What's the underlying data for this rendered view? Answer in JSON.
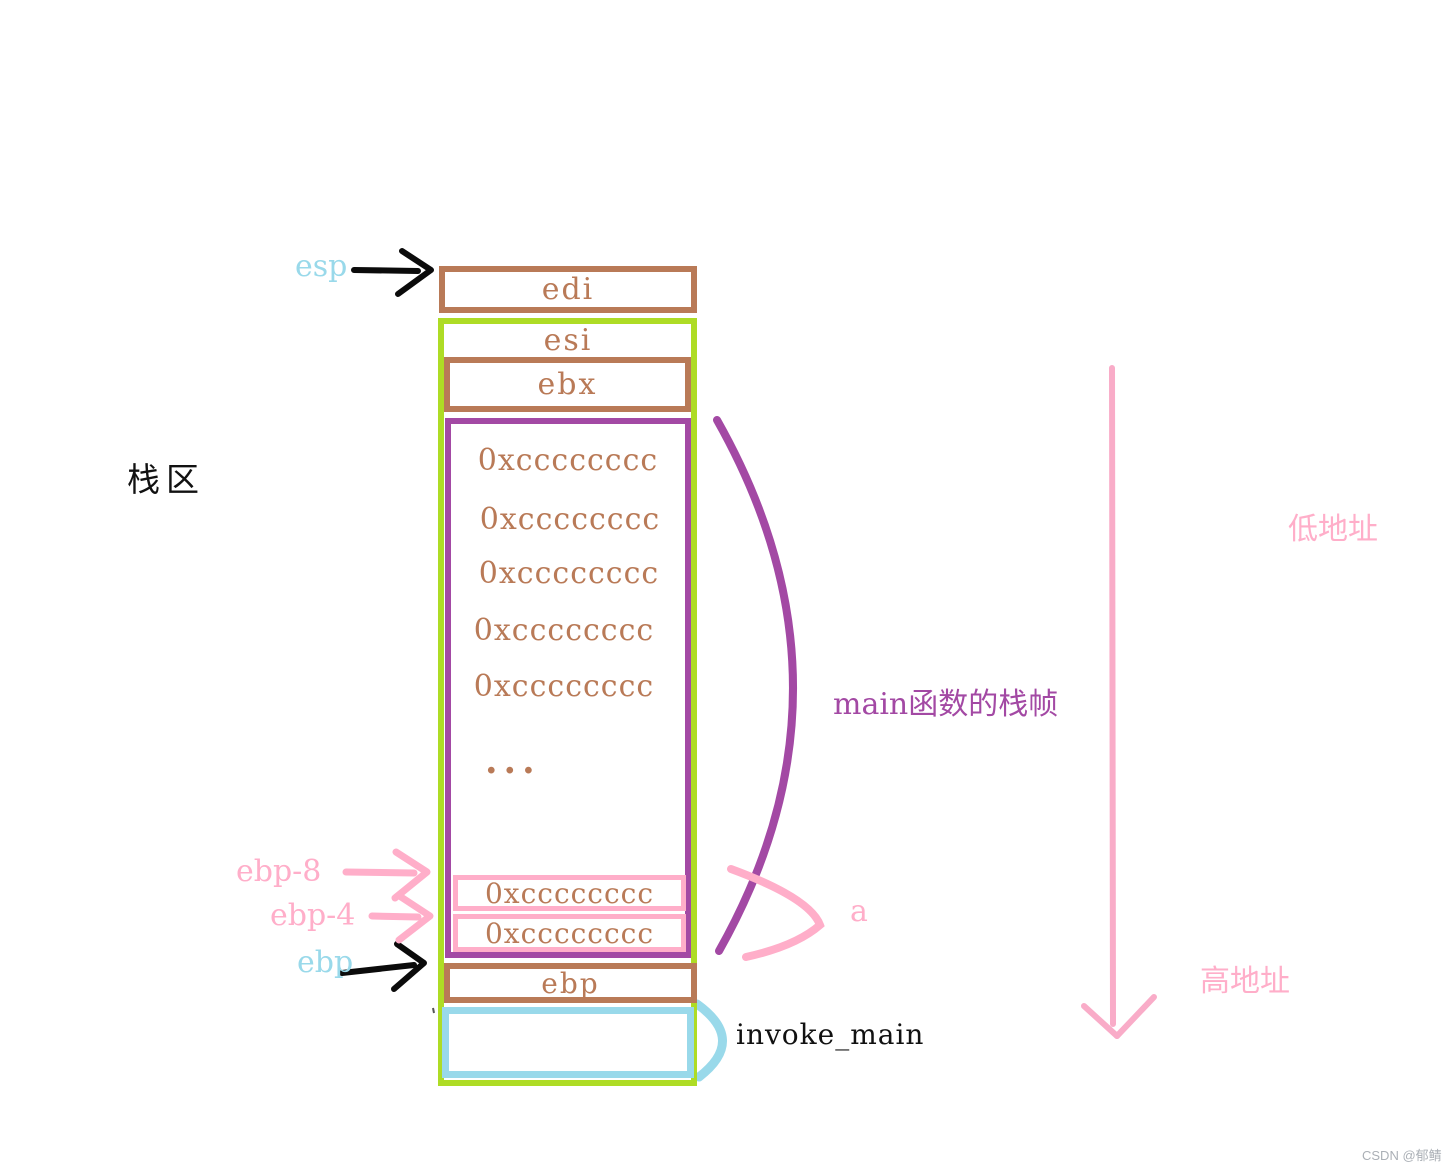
{
  "diagram": {
    "region_label": "栈区",
    "watermark": "CSDN @郁鲭"
  },
  "pointers": {
    "esp": "esp",
    "ebp": "ebp",
    "ebp_minus_8": "ebp-8",
    "ebp_minus_4": "ebp-4"
  },
  "stack_slots": {
    "edi": "edi",
    "esi": "esi",
    "ebx": "ebx",
    "fill_values": [
      "0xcccccccc",
      "0xcccccccc",
      "0xcccccccc",
      "0xcccccccc",
      "0xcccccccc"
    ],
    "ellipsis": "...",
    "local_values": [
      "0xcccccccc",
      "0xcccccccc"
    ],
    "saved_ebp": "ebp"
  },
  "annotations": {
    "main_frame": "main函数的栈帧",
    "local_var": "a",
    "invoke_main": "invoke_main",
    "low_address": "低地址",
    "high_address": "高地址"
  },
  "colors": {
    "brown": "#B97A57",
    "lime_green": "#AEDC25",
    "purple": "#A349A4",
    "pink": "#FFAEC9",
    "light_blue": "#99D9EA",
    "black": "#111111"
  }
}
